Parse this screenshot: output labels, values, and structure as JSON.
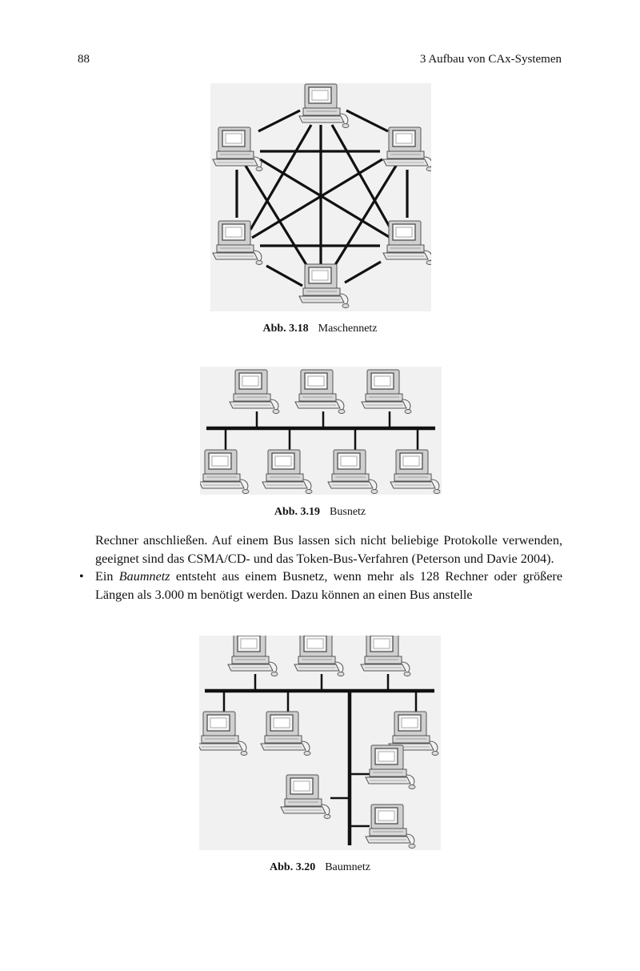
{
  "header": {
    "page_number": "88",
    "running_head": "3 Aufbau von CAx-Systemen"
  },
  "figures": [
    {
      "label": "Abb. 3.18",
      "title": "Maschennetz"
    },
    {
      "label": "Abb. 3.19",
      "title": "Busnetz"
    },
    {
      "label": "Abb. 3.20",
      "title": "Baumnetz"
    }
  ],
  "body": {
    "para1": "Rechner anschließen. Auf einem Bus lassen sich nicht beliebige Protokolle verwenden, geeignet sind das CSMA/CD- und das Token-Bus-Verfahren (Peterson und Davie 2004).",
    "bullet_symbol": "•",
    "bullet_pre": "Ein ",
    "bullet_em": "Baumnetz",
    "bullet_post": " entsteht aus einem Busnetz, wenn mehr als 128 Rechner oder größere Längen als 3.000 m benötigt werden. Dazu können an einen Bus anstelle"
  }
}
